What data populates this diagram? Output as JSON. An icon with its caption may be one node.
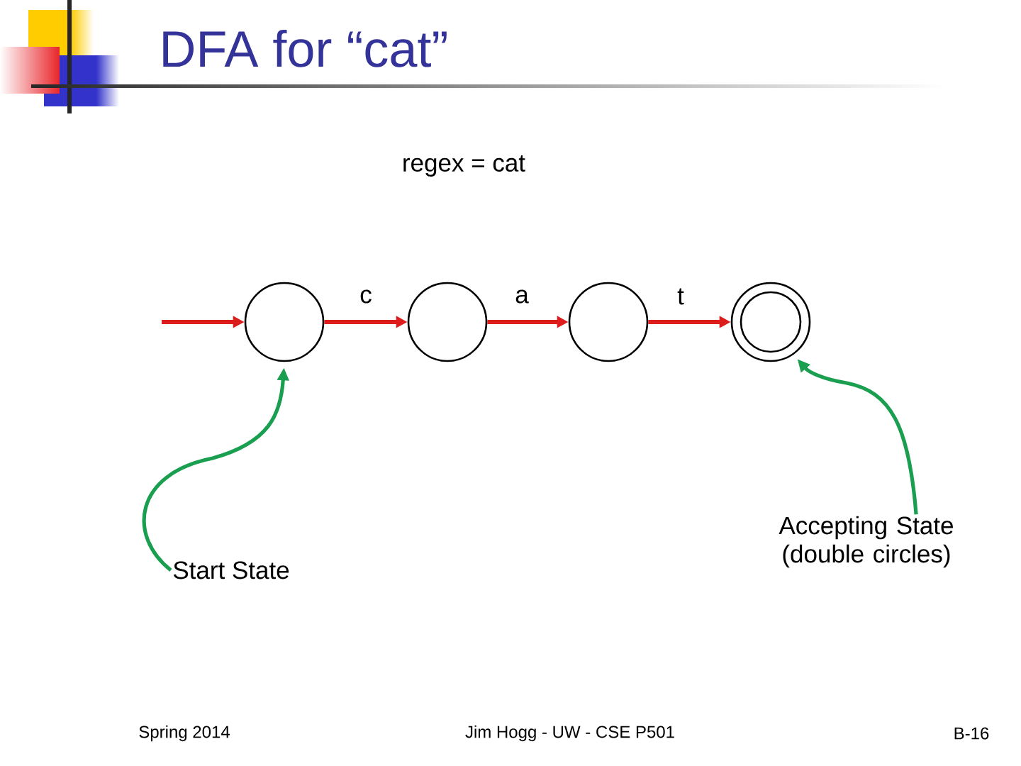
{
  "diagram": {
    "title": "DFA for “cat”",
    "nodes": [
      {
        "text": [],
        "shape": "circle"
      },
      {
        "text": [],
        "shape": "circle"
      },
      {
        "text": [],
        "shape": "circle"
      },
      {
        "text": [],
        "shape": "circle"
      },
      {
        "text": [
          "Start State"
        ]
      },
      {
        "text": [
          "Accepting State (double circles)"
        ]
      }
    ],
    "edges": [
      {
        "from": null,
        "to": 0,
        "arrow": "to"
      },
      {
        "from": 0,
        "to": 1,
        "arrow": "to",
        "label": "c"
      },
      {
        "from": 1,
        "to": 2,
        "arrow": "to",
        "label": "a"
      },
      {
        "from": 2,
        "to": 3,
        "arrow": "to",
        "label": "t"
      },
      {
        "from": 4,
        "to": 0,
        "arrow": "to",
        "color": "#1a9e50"
      },
      {
        "from": 5,
        "to": 3,
        "arrow": "to",
        "color": "#1a9e50"
      }
    ],
    "labels": [
      "regex = cat",
      "Spring 2014",
      "Jim Hogg - UW - CSE P501",
      "B-16"
    ]
  }
}
